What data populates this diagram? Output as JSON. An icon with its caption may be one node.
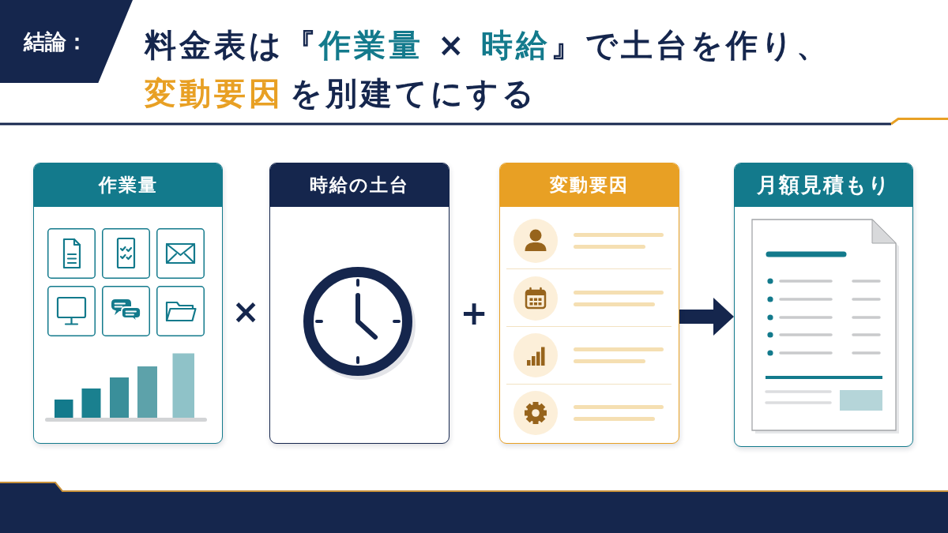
{
  "diagram": {
    "title": "料金表は『**作業量** × **時給**』で土台を作り、**変動要因**を別建てにする",
    "nodes": [
      {
        "text": [
          "作業量"
        ]
      },
      {
        "text": [
          "時給の土台"
        ]
      },
      {
        "text": [
          "変動要因"
        ]
      },
      {
        "text": [
          "月額見積もり"
        ]
      }
    ],
    "edges": [
      {
        "from": 2,
        "to": 3,
        "arrow": "to"
      }
    ],
    "labels": [
      "結論：",
      "×",
      "+"
    ]
  }
}
